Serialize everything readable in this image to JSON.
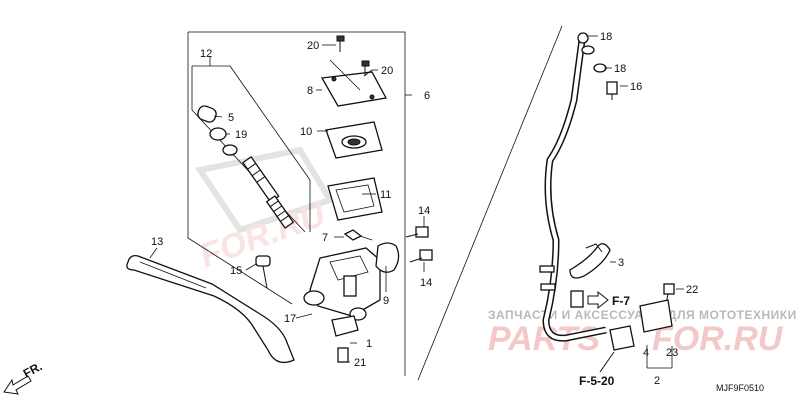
{
  "callouts": {
    "c1": "1",
    "c2": "2",
    "c3": "3",
    "c4": "4",
    "c5": "5",
    "c6": "6",
    "c7": "7",
    "c8": "8",
    "c9": "9",
    "c10": "10",
    "c11": "11",
    "c12": "12",
    "c13": "13",
    "c14a": "14",
    "c14b": "14",
    "c15": "15",
    "c16": "16",
    "c17": "17",
    "c18a": "18",
    "c18b": "18",
    "c19": "19",
    "c20a": "20",
    "c20b": "20",
    "c21": "21",
    "c22": "22",
    "c23": "23"
  },
  "refs": {
    "f7": "F-7",
    "f520": "F-5-20"
  },
  "direction": "FR.",
  "diagram_code": "MJF9F0510",
  "watermark": {
    "tagline": "ЗАПЧАСТИ И АКСЕССУАРЫ ДЛЯ МОТОТЕХНИКИ",
    "brand_left": "PARTS",
    "brand_right": "FOR.RU"
  },
  "colors": {
    "line": "#111111",
    "watermark_red": "#e8a0a0",
    "watermark_gray": "#b9b9b9"
  },
  "icons": {
    "front_arrow": "arrow-down-left-icon",
    "ref_arrow": "arrow-right-icon"
  }
}
